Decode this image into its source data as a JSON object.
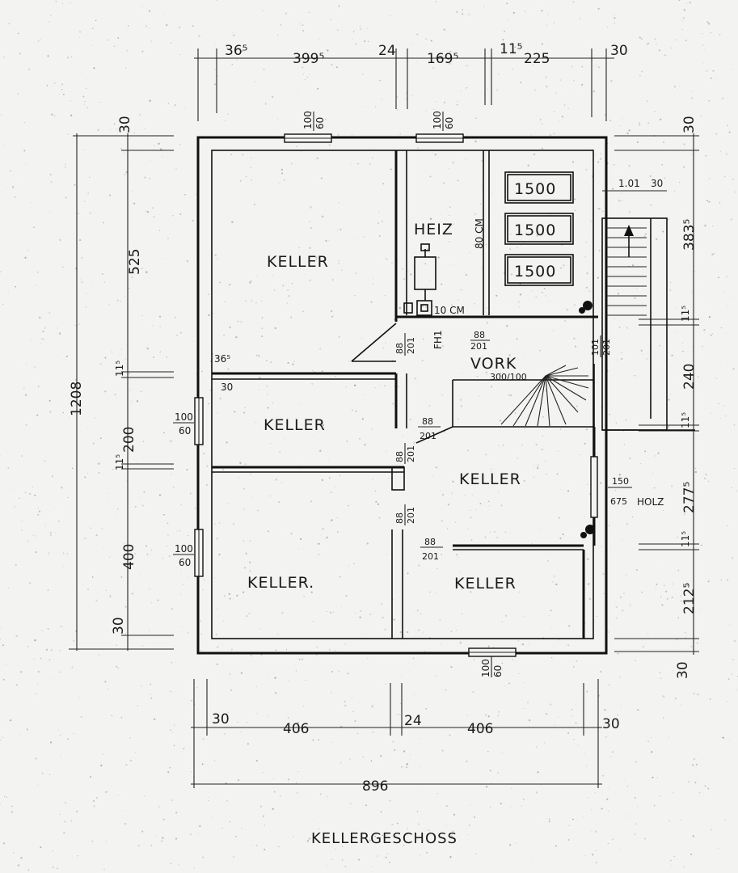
{
  "drawing": {
    "title": "KELLERGESCHOSS",
    "rooms": {
      "keller_large": "KELLER",
      "heiz": "HEIZ",
      "keller_mid_left": "KELLER",
      "vork": "VORK",
      "keller_center": "KELLER",
      "keller_bottom_left": "KELLER.",
      "keller_bottom_right": "KELLER"
    },
    "tanks": [
      "1500",
      "1500",
      "1500"
    ],
    "notes": {
      "heiz_wall": "80 CM",
      "chimney": "10 CM",
      "fh": "FH1",
      "holz": "HOLZ",
      "stair": "300/100"
    },
    "openings": {
      "win_top_left": [
        "100",
        "60"
      ],
      "win_top_mid": [
        "100",
        "60"
      ],
      "win_left_1": [
        "100",
        "60"
      ],
      "win_left_2": [
        "100",
        "60"
      ],
      "win_bottom": [
        "100",
        "60"
      ],
      "door_heiz": [
        "88",
        "201"
      ],
      "door_tank": [
        "88",
        "201"
      ],
      "door_stair": [
        "101",
        "201"
      ],
      "door_keller_mid": [
        "88",
        "201"
      ],
      "door_keller_mid_2": [
        "88",
        "201"
      ],
      "door_keller_center": [
        "88",
        "201"
      ],
      "door_keller_bl": [
        "88",
        "201"
      ],
      "door_keller_br": [
        "88",
        "201"
      ],
      "door_holz": [
        "150",
        "675"
      ]
    },
    "dims_top": [
      "36⁵",
      "399⁵",
      "24",
      "169⁵",
      "11⁵",
      "225",
      "30"
    ],
    "dims_left": [
      "30",
      "525",
      "11⁵",
      "200",
      "11⁵",
      "400",
      "30"
    ],
    "dims_left_total": "1208",
    "dims_right": [
      "30",
      "383⁵",
      "11⁵",
      "240",
      "11⁵",
      "277⁵",
      "11⁵",
      "212⁵",
      "30"
    ],
    "dims_bottom": [
      "30",
      "406",
      "24",
      "406",
      "30"
    ],
    "dims_bottom_total": "896",
    "inner_dims": {
      "d365": "36⁵",
      "d30": "30",
      "stair_101": "1.01",
      "stair_30": "30"
    }
  }
}
